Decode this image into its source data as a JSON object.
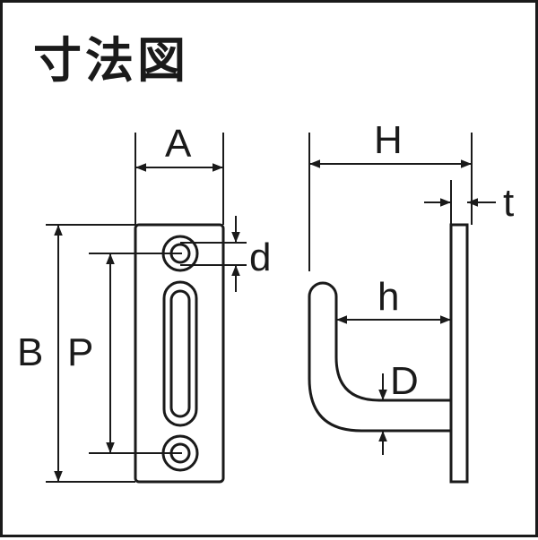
{
  "title": "寸法図",
  "labels": {
    "A": "A",
    "B": "B",
    "P": "P",
    "d": "d",
    "H": "H",
    "t": "t",
    "h": "h",
    "D": "D"
  },
  "colors": {
    "ink": "#1a1a1a",
    "background": "#ffffff"
  }
}
